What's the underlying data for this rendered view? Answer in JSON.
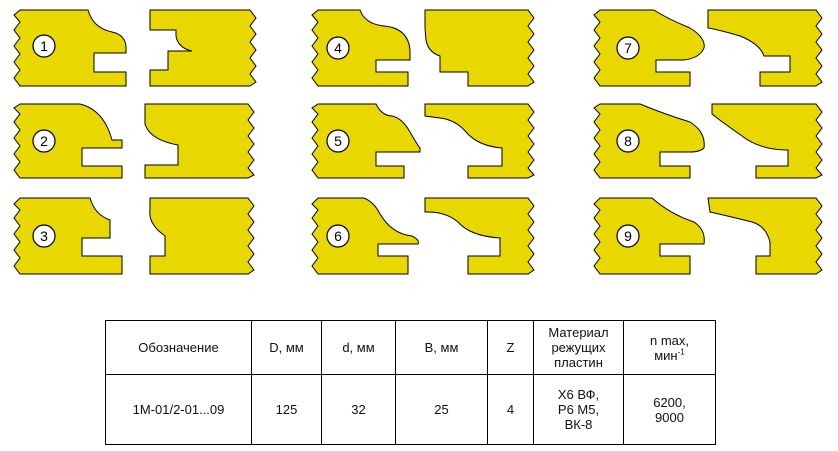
{
  "profiles": [
    {
      "number": "1"
    },
    {
      "number": "2"
    },
    {
      "number": "3"
    },
    {
      "number": "4"
    },
    {
      "number": "5"
    },
    {
      "number": "6"
    },
    {
      "number": "7"
    },
    {
      "number": "8"
    },
    {
      "number": "9"
    }
  ],
  "colors": {
    "profile_fill": "#e8d800",
    "outline": "#000000",
    "background": "#ffffff"
  },
  "table": {
    "headers": {
      "designation": "Обозначение",
      "D": "D, мм",
      "d": "d, мм",
      "B": "B, мм",
      "Z": "Z",
      "material_l1": "Материал",
      "material_l2": "режущих",
      "material_l3": "пластин",
      "nmax_l1": "n max,",
      "nmax_unit": "мин",
      "nmax_exp": "-1"
    },
    "row": {
      "designation": "1М-01/2-01...09",
      "D": "125",
      "d": "32",
      "B": "25",
      "Z": "4",
      "material_l1": "Х6 ВФ,",
      "material_l2": "Р6 М5,",
      "material_l3": "ВК-8",
      "nmax_l1": "6200,",
      "nmax_l2": "9000"
    }
  }
}
